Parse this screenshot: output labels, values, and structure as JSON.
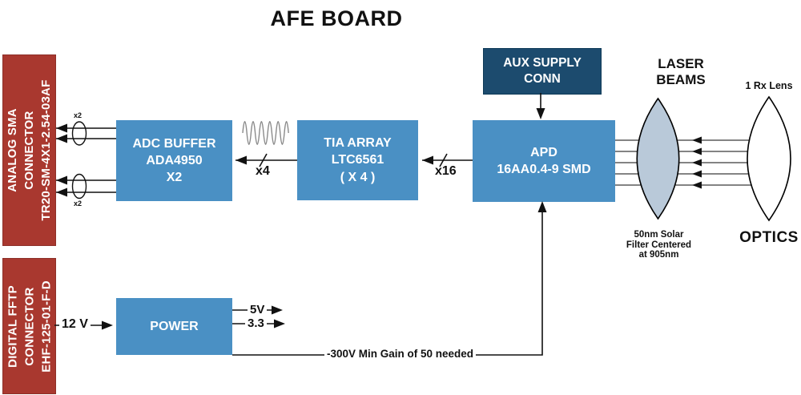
{
  "title": "AFE BOARD",
  "connectors": {
    "analog": {
      "label": "ANALOG SMA\nCONNECTOR\nTR20-SM-4X1-2.54-03AF"
    },
    "digital": {
      "label": "DIGITAL FFTP\nCONNECTOR\nEHF-125-01-F-D"
    }
  },
  "blocks": {
    "adc_buffer": {
      "label": "ADC BUFFER\nADA4950\nX2"
    },
    "tia_array": {
      "label": "TIA ARRAY\nLTC6561\n( X 4 )"
    },
    "apd": {
      "label": "APD\n16AA0.4-9 SMD"
    },
    "aux_supply": {
      "label": "AUX SUPPLY\nCONN"
    },
    "power": {
      "label": "POWER"
    }
  },
  "signals": {
    "x2_top": "x2",
    "x2_bottom": "x2",
    "x4": "x4",
    "x16": "x16",
    "input_12v": "12 V",
    "out_5v": "5V",
    "out_3v3": "3.3",
    "bias_note": "-300V Min Gain of 50 needed"
  },
  "optics": {
    "laser_beams": "LASER\nBEAMS",
    "rx_lens": "1 Rx Lens",
    "optics_label": "OPTICS",
    "filter_note": "50nm Solar\nFilter Centered\nat 905nm"
  },
  "icons": {
    "sine_wave": "analog-signal-wave",
    "bus_ellipse": "bus-width-ellipse",
    "bus_slash": "bus-width-slash"
  },
  "colors": {
    "block-blue": "#4a90c4",
    "block-navy": "#1c4b6e",
    "block-red": "#a9382f",
    "filter-fill": "#b9c9d9",
    "line": "#111111",
    "wave": "#8a8a8a",
    "txt": "#111111",
    "white": "#ffffff"
  }
}
